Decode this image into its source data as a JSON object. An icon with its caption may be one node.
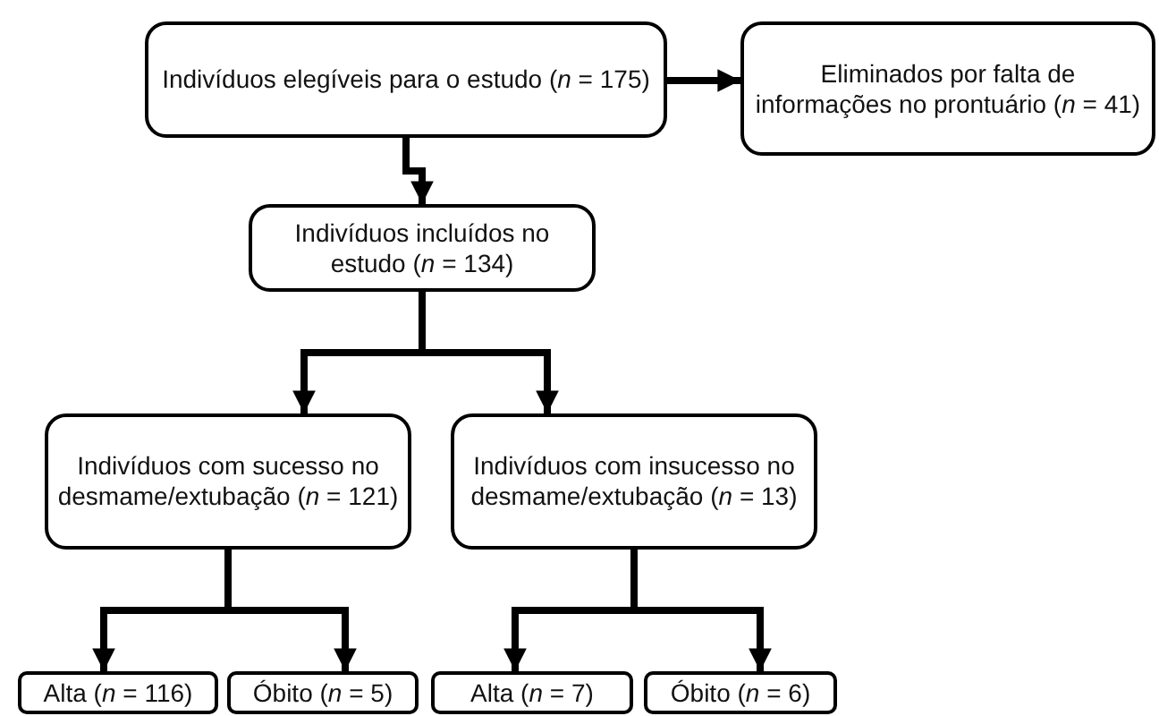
{
  "diagram": {
    "nodes": [
      {
        "text": [
          "Indivíduos elegíveis para o estudo (*n* = 175)"
        ]
      },
      {
        "text": [
          "Eliminados por falta de informações no prontuário (*n* = 41)"
        ]
      },
      {
        "text": [
          "Indivíduos incluídos no estudo (*n* = 134)"
        ]
      },
      {
        "text": [
          "Indivíduos com sucesso no desmame/extubação (*n* = 121)"
        ]
      },
      {
        "text": [
          "Indivíduos com insucesso no desmame/extubação (*n* = 13)"
        ]
      },
      {
        "text": [
          "Alta (*n* = 116)"
        ]
      },
      {
        "text": [
          "Óbito (*n* = 5)"
        ]
      },
      {
        "text": [
          "Alta (*n* = 7)"
        ]
      },
      {
        "text": [
          "Óbito (*n* = 6)"
        ]
      }
    ],
    "edges": [
      {
        "from": 0,
        "to": 1,
        "arrow": "to"
      },
      {
        "from": 0,
        "to": 2,
        "arrow": "to"
      },
      {
        "from": 2,
        "to": 3,
        "arrow": "to"
      },
      {
        "from": 2,
        "to": 4,
        "arrow": "to"
      },
      {
        "from": 3,
        "to": 5,
        "arrow": "to"
      },
      {
        "from": 3,
        "to": 6,
        "arrow": "to"
      },
      {
        "from": 4,
        "to": 7,
        "arrow": "to"
      },
      {
        "from": 4,
        "to": 8,
        "arrow": "to"
      }
    ]
  }
}
